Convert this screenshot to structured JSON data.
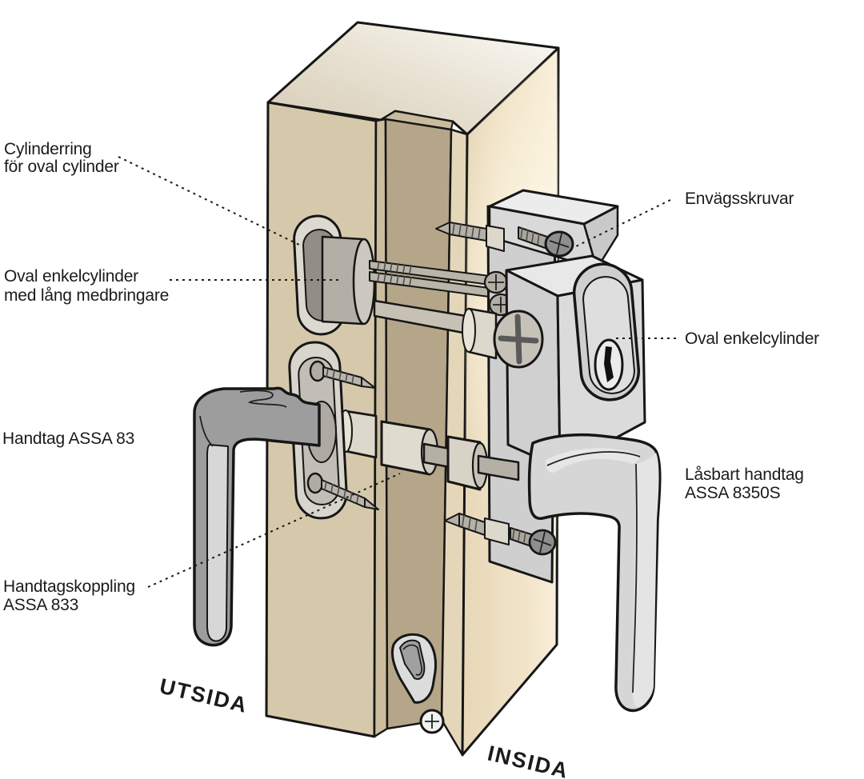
{
  "diagram": {
    "subject": "ASSA door lock assembly exploded view",
    "labels": {
      "cylinder_ring": {
        "line1": "Cylinderring",
        "line2": "för oval cylinder"
      },
      "outside_cylinder": {
        "line1": "Oval enkelcylinder",
        "line2": "med lång medbringare"
      },
      "outside_handle": {
        "line1": "Handtag ASSA 83"
      },
      "handle_coupling": {
        "line1": "Handtagskoppling",
        "line2": "ASSA 833"
      },
      "oneway_screws": {
        "line1": "Envägsskruvar"
      },
      "inside_cylinder": {
        "line1": "Oval enkelcylinder"
      },
      "lockable_handle": {
        "line1": "Låsbart handtag",
        "line2": "ASSA 8350S"
      },
      "outside_side": "UTSIDA",
      "inside_side": "INSIDA"
    },
    "palette": {
      "background": "#ffffff",
      "door_front": "#d6c9ab",
      "door_edge_strip": "#cbbd9e",
      "door_channel": "#b5a689",
      "door_inner_strip": "#e4d6b8",
      "door_inner_face": "#eddcbd",
      "metal_light": "#d6d6d6",
      "metal_mid": "#b3afa5",
      "metal_dark": "#9d9d9d",
      "outline": "#161616"
    }
  }
}
